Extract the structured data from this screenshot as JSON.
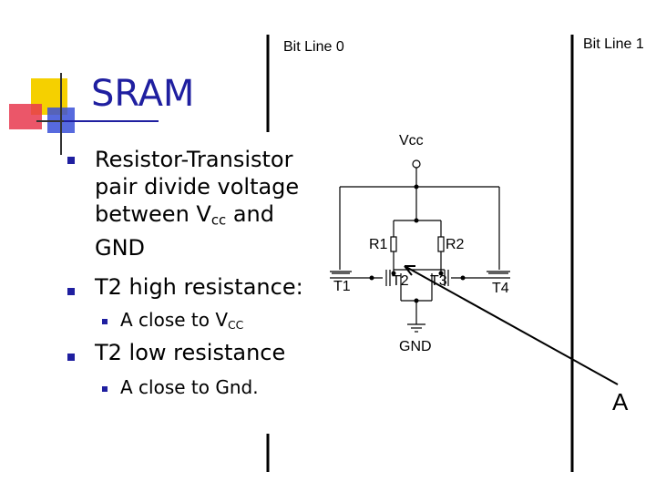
{
  "slide": {
    "title": "SRAM",
    "bullets": [
      {
        "text_lines": [
          "Resistor-Transistor",
          "pair divide voltage"
        ],
        "line3_prefix": "between V",
        "line3_sub": "cc",
        "line3_suffix": " and",
        "line4": "GND"
      },
      {
        "text": "T2 high resistance:"
      },
      {
        "text": "T2 low resistance"
      }
    ],
    "sub_bullets": [
      {
        "prefix": "A close to V",
        "sub": "CC"
      },
      {
        "text": "A close to Gnd."
      }
    ]
  },
  "diagram": {
    "bit_line_0": "Bit Line 0",
    "bit_line_1": "Bit Line 1",
    "vcc": "Vcc",
    "gnd": "GND",
    "r1": "R1",
    "r2": "R2",
    "t1": "T1",
    "t2": "T2",
    "t3": "T3",
    "t4": "T4",
    "node_a": "A"
  },
  "colors": {
    "accent": "#1f1fa0",
    "logo_yellow": "#f5d000",
    "logo_red": "#e8384f",
    "logo_blue": "#3a50d8"
  }
}
